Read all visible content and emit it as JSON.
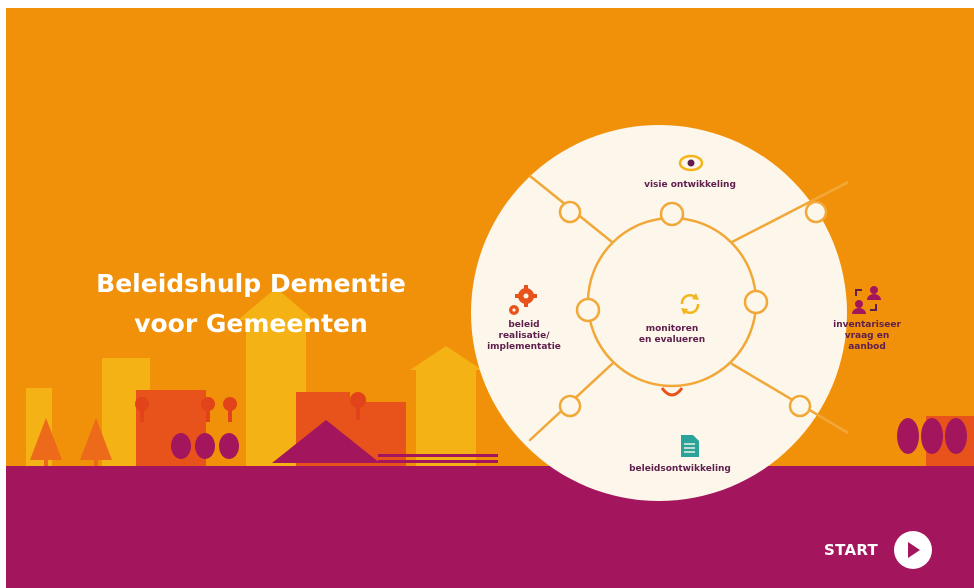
{
  "colors": {
    "background": "#f09109",
    "ground": "#a3165d",
    "ink": "#5e1f4d",
    "puzzle_line": "#f1a838",
    "accent_red": "#e8521b",
    "accent_teal": "#2aa39a"
  },
  "hero": {
    "title_line1": "Beleidshulp Dementie",
    "title_line2": "voor Gemeenten"
  },
  "wheel": {
    "top": {
      "label": "visie ontwikkeling",
      "icon": "eye-icon"
    },
    "center": {
      "label_line1": "monitoren",
      "label_line2": "en evalueren",
      "icon": "cycle-arrows-icon"
    },
    "left": {
      "label_line1": "beleid",
      "label_line2": "realisatie/",
      "label_line3": "implementatie",
      "icon": "gears-icon"
    },
    "right": {
      "label_line1": "inventariseer",
      "label_line2": "vraag en",
      "label_line3": "aanbod",
      "icon": "people-exchange-icon"
    },
    "bottom": {
      "label": "beleidsontwikkeling",
      "icon": "document-icon"
    }
  },
  "start": {
    "label": "START",
    "icon": "play-icon"
  }
}
